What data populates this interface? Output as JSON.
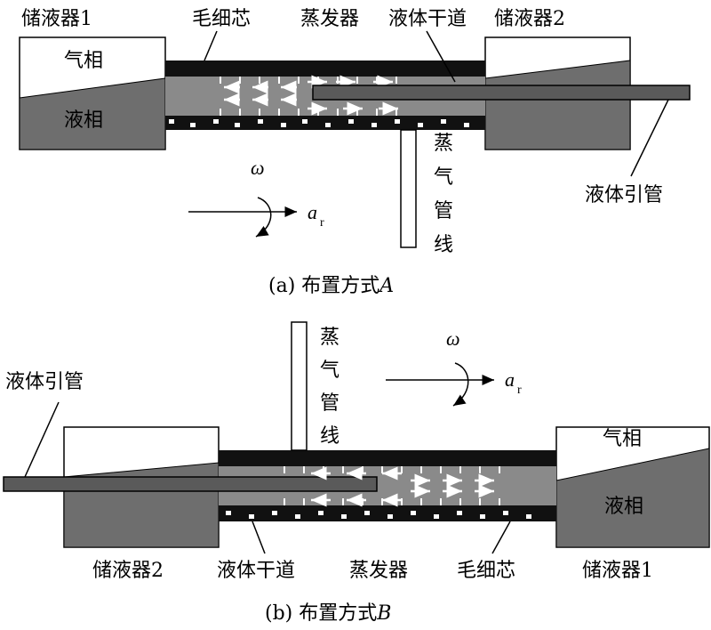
{
  "layout_a": {
    "reservoir_left": "储液器1",
    "wick": "毛细芯",
    "evaporator": "蒸发器",
    "liquid_trunk": "液体干道",
    "reservoir_right": "储液器2",
    "vapor_phase": "气相",
    "liquid_phase": "液相",
    "liquid_pipe": "液体引管",
    "vapor_line_chars": [
      "蒸",
      "气",
      "管",
      "线"
    ],
    "omega": "ω",
    "accel": "a",
    "accel_sub": "r",
    "caption": "(a) 布置方式",
    "caption_var": "A"
  },
  "layout_b": {
    "reservoir_left": "储液器2",
    "liquid_trunk": "液体干道",
    "evaporator": "蒸发器",
    "wick": "毛细芯",
    "reservoir_right": "储液器1",
    "vapor_phase": "气相",
    "liquid_phase": "液相",
    "liquid_pipe": "液体引管",
    "vapor_line_chars": [
      "蒸",
      "气",
      "管",
      "线"
    ],
    "omega": "ω",
    "accel": "a",
    "accel_sub": "r",
    "caption": "(b) 布置方式",
    "caption_var": "B"
  },
  "colors": {
    "liquid_gray": "#6e6e6e",
    "core_gray": "#8a8a8a",
    "wick_black": "#111111",
    "pipe_gray": "#5a5a5a"
  }
}
